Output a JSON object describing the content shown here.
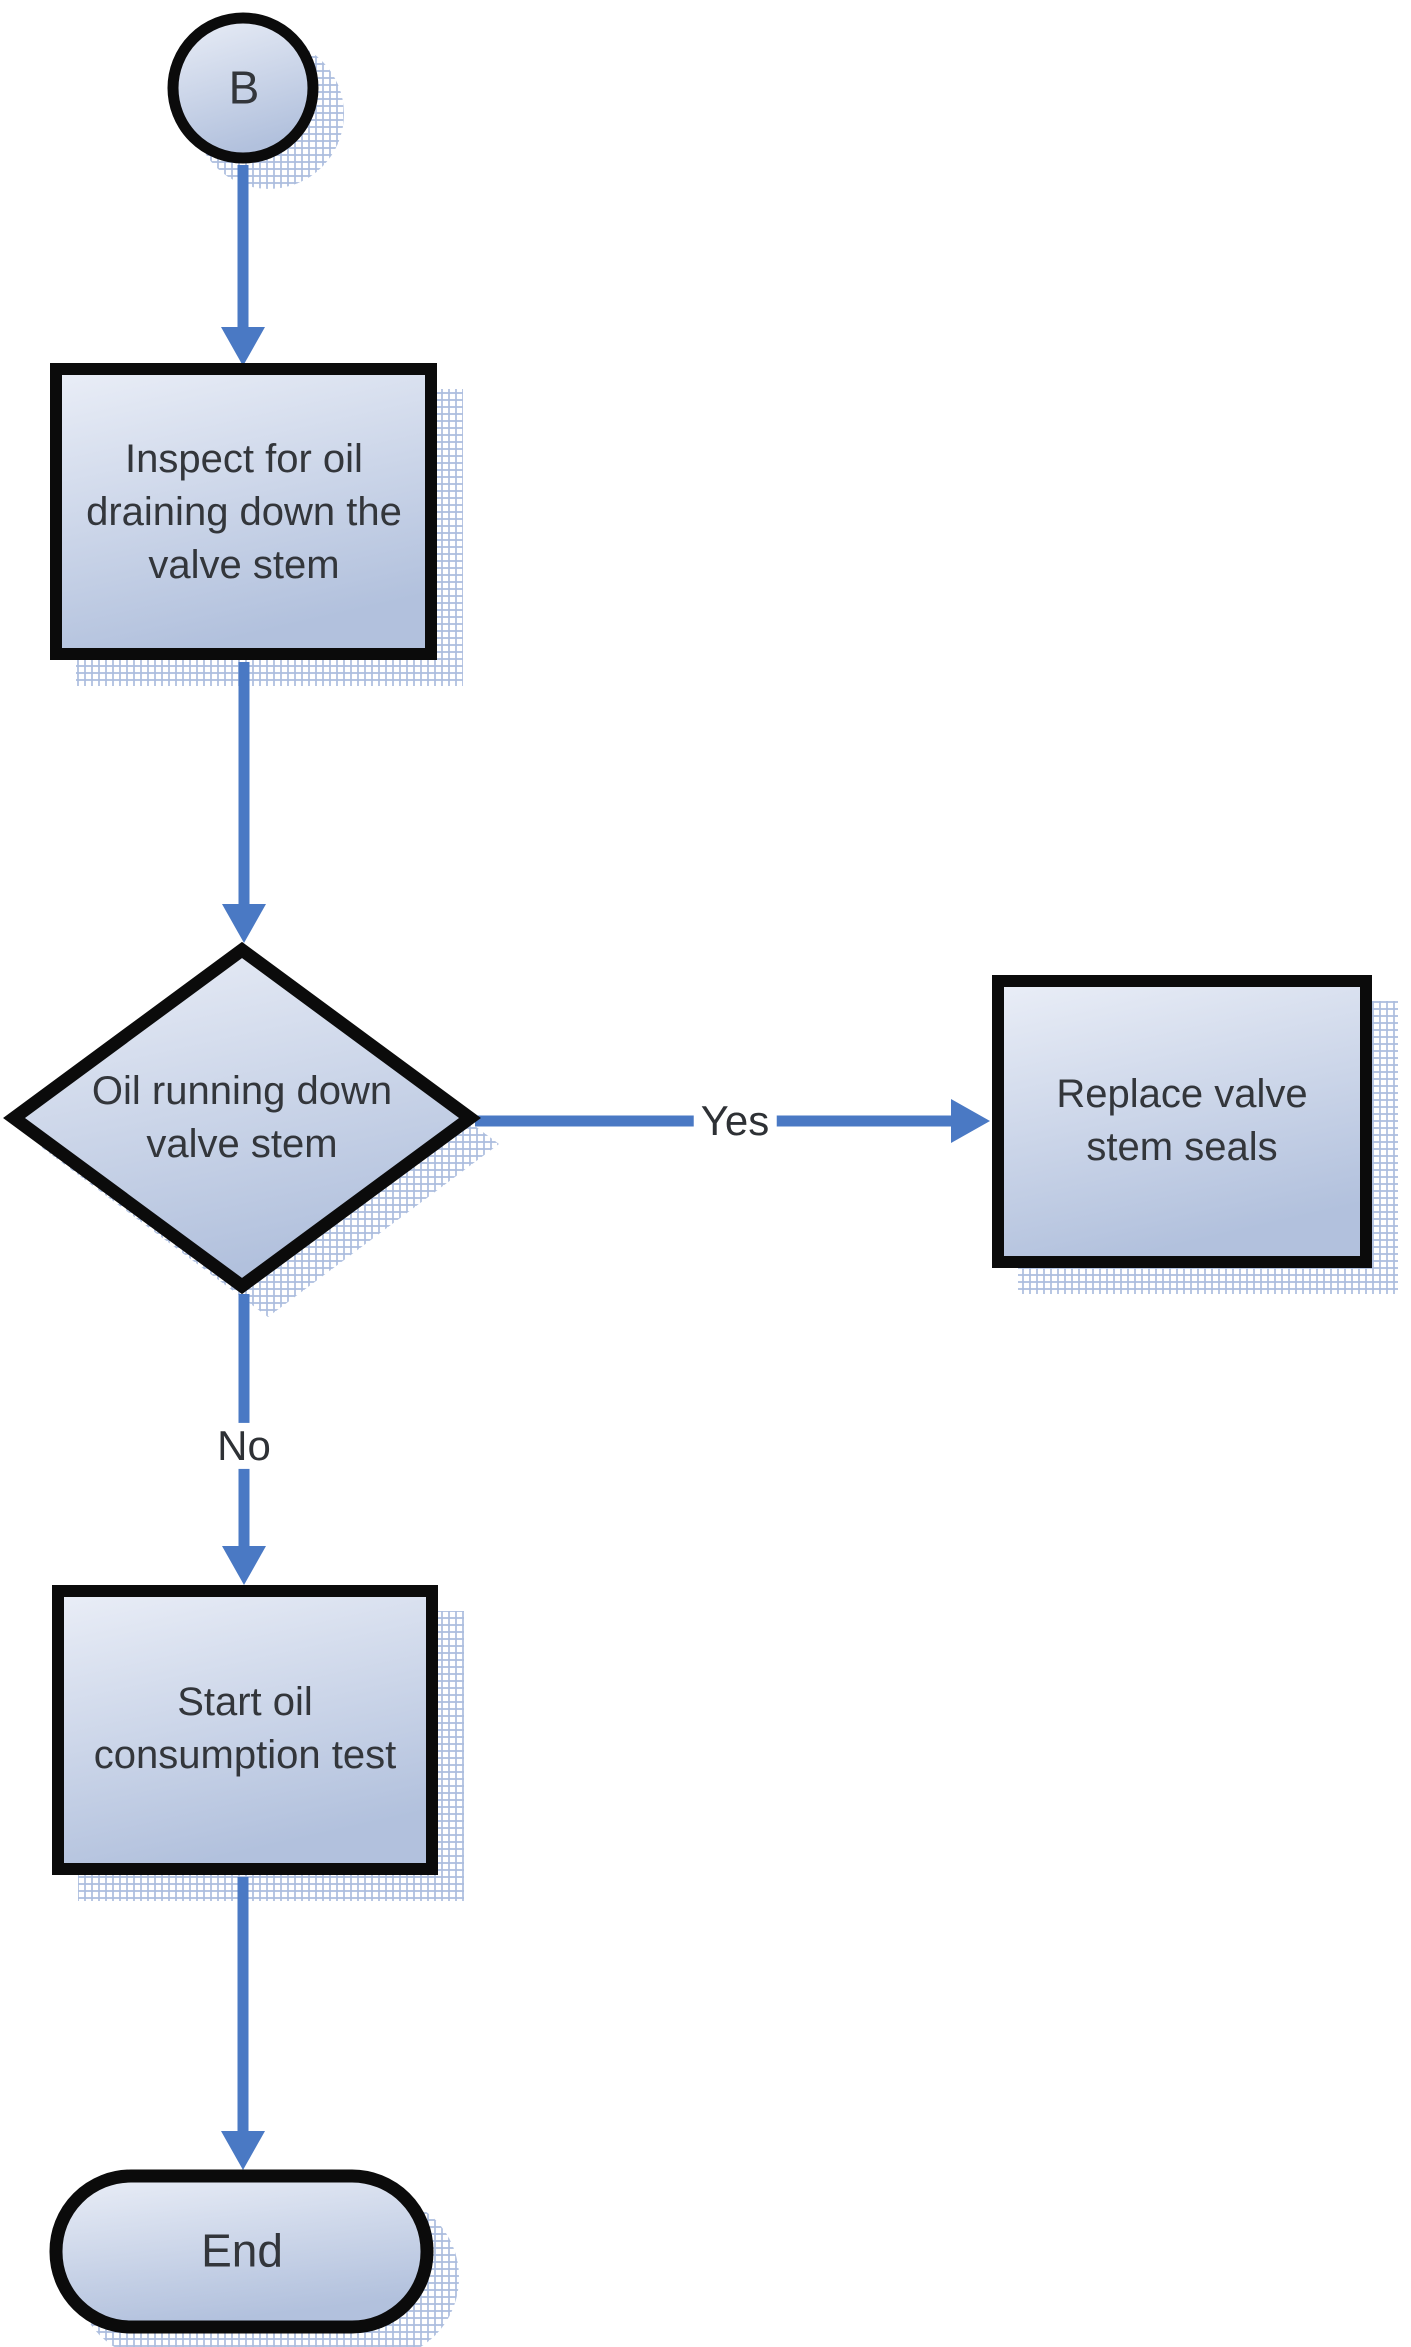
{
  "diagram": {
    "type": "flowchart",
    "nodes": [
      {
        "id": "connector-b",
        "shape": "connector",
        "label": "B"
      },
      {
        "id": "inspect-oil",
        "shape": "process",
        "label": "Inspect for oil\ndraining down the\nvalve stem"
      },
      {
        "id": "oil-running-down",
        "shape": "decision",
        "label": "Oil running down\nvalve stem"
      },
      {
        "id": "replace-seals",
        "shape": "process",
        "label": "Replace valve\nstem seals"
      },
      {
        "id": "oil-consumption",
        "shape": "process",
        "label": "Start oil\nconsumption test"
      },
      {
        "id": "end",
        "shape": "terminator",
        "label": "End"
      }
    ],
    "edges": [
      {
        "from": "connector-b",
        "to": "inspect-oil",
        "label": ""
      },
      {
        "from": "inspect-oil",
        "to": "oil-running-down",
        "label": ""
      },
      {
        "from": "oil-running-down",
        "to": "replace-seals",
        "label": "Yes"
      },
      {
        "from": "oil-running-down",
        "to": "oil-consumption",
        "label": "No"
      },
      {
        "from": "oil-consumption",
        "to": "end",
        "label": ""
      }
    ],
    "colors": {
      "arrow": "#4A79C4",
      "node_border": "#0B0B0B",
      "node_fill_light": "#EAEEF7",
      "node_fill_dark": "#B2C1DD",
      "shadow_hatch": "#8FA6D2",
      "text": "#33363B"
    }
  }
}
